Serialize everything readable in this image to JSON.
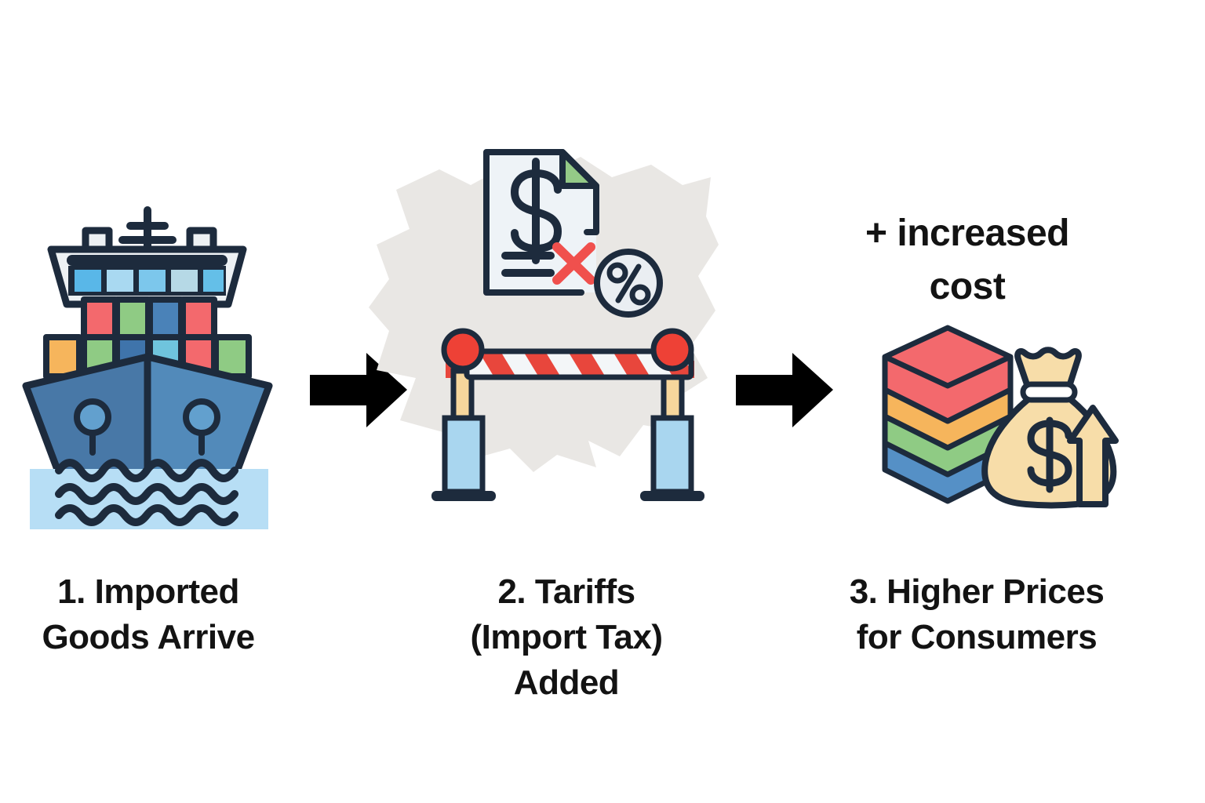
{
  "figure": {
    "kind": "process-infographic",
    "topic": "tariffs",
    "background": "#ffffff"
  },
  "palette": {
    "outline_navy": "#1d2b3d",
    "salmon_red": "#f3696d",
    "bright_red": "#ee4136",
    "stripe_red": "#e8463c",
    "x_red": "#f0504d",
    "orange": "#f6b55c",
    "green": "#8fcb84",
    "fold_green": "#94c987",
    "container_blue": "#4a82b8",
    "stack_blue": "#5590c6",
    "hull_blue_left": "#4878a7",
    "hull_blue_right": "#528aba",
    "water_blue": "#b7def5",
    "base_blue": "#a9d6ef",
    "window_blue": "#59b7e8",
    "light_cyan": "#6fc4dd",
    "post_tan": "#f6d69c",
    "bag_tan": "#f7dda9",
    "map_gray": "#e9e7e4",
    "paper_white": "#eef3f7",
    "arrow_black": "#000000",
    "text_black": "#131313"
  },
  "annotation": {
    "lines": [
      "+ increased",
      "cost"
    ]
  },
  "steps": [
    {
      "number": "1",
      "icon": "cargo-ship-icon",
      "label_lines": [
        "1. Imported",
        "Goods Arrive"
      ]
    },
    {
      "number": "2",
      "icon": "tariff-barrier-icon",
      "label_lines": [
        "2. Tariffs",
        "(Import Tax)",
        "Added"
      ]
    },
    {
      "number": "3",
      "icon": "higher-prices-icon",
      "label_lines": [
        "3. Higher Prices",
        "for Consumers"
      ]
    }
  ],
  "arrows": [
    {
      "name": "flow-arrow-1",
      "direction": "right"
    },
    {
      "name": "flow-arrow-2",
      "direction": "right"
    }
  ]
}
